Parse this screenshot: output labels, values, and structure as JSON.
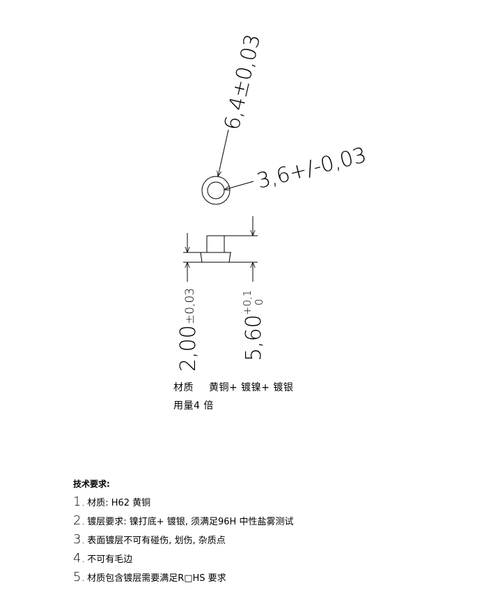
{
  "dimensions": {
    "outer_diameter": "6,4±0,03",
    "inner_diameter": "3,6+/-0,03",
    "flange_thickness": {
      "base": "2,00",
      "tolerance": "±0,03"
    },
    "total_height": {
      "base": "5,60",
      "upper_tol": "+0,1",
      "lower_tol": "0"
    }
  },
  "material_note": {
    "label": "材质",
    "value": "黄铜+ 镀镍+ 镀银",
    "usage": "用量4 倍"
  },
  "technical_requirements": {
    "title": "技术要求:",
    "items": [
      {
        "num": "1.",
        "text": "材质: H62 黄铜"
      },
      {
        "num": "2.",
        "text": "镀层要求: 镍打底+ 镀银, 须满足96H 中性盐雾测试"
      },
      {
        "num": "3.",
        "text": "表面镀层不可有碰伤, 划伤, 杂质点"
      },
      {
        "num": "4.",
        "text": "不可有毛边"
      },
      {
        "num": "5.",
        "text": "材质包含镀层需要满足R□HS 要求"
      }
    ]
  },
  "colors": {
    "line": "#000000",
    "background": "#ffffff"
  }
}
